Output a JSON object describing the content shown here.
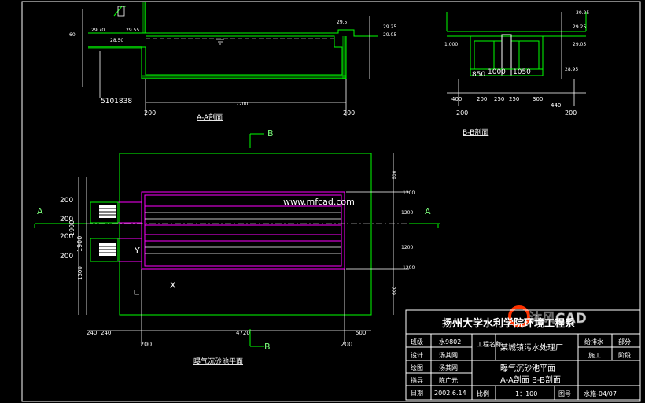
{
  "section_aa": {
    "label": "A-A剖面",
    "elev_values": [
      "29.70",
      "29.55",
      "28.50",
      "29.5",
      "29.25",
      "29.05"
    ],
    "elev_small": "60",
    "dims": [
      "7200",
      "200",
      "200"
    ],
    "side_label": "5101838"
  },
  "section_bb": {
    "label": "B-B剖面",
    "elev_values": [
      "30.25",
      "29.25",
      "29.05",
      "1.000",
      "28.95",
      "850",
      "1000",
      "1050"
    ],
    "dims": [
      "400",
      "200",
      "250",
      "250",
      "300",
      "440",
      "200",
      "200"
    ]
  },
  "plan": {
    "label": "曝气沉砂池平面",
    "section_mark_a": "A",
    "section_mark_b": "B",
    "watermark": "www.mfcad.com",
    "left_dims": [
      "200",
      "200",
      "200",
      "200",
      "1900",
      "1900",
      "1300"
    ],
    "right_dims": [
      "600",
      "1200",
      "1200",
      "1200",
      "1200",
      "600"
    ],
    "bottom_dims": [
      "240",
      "240",
      "4720",
      "500",
      "200",
      "200"
    ],
    "marker_y": "Y",
    "marker_x": "X"
  },
  "logo": {
    "text": "沐风CAD"
  },
  "title_block": {
    "header": "扬州大学水利学院环境工程系",
    "rows": [
      {
        "label": "班级",
        "value": "水9802"
      },
      {
        "label": "设计",
        "value": "汤其网"
      },
      {
        "label": "绘图",
        "value": "汤其网"
      },
      {
        "label": "指导",
        "value": "陈广元"
      },
      {
        "label": "日期",
        "value": "2002.6.14"
      }
    ],
    "project_label": "工程名称",
    "project_value": "某城镇污水处理厂",
    "drawing_title_1": "曝气沉砂池平面",
    "drawing_title_2": "A-A剖面   B-B剖面",
    "scale_label": "比例",
    "scale_value": "1：100",
    "drawing_no_label": "图号",
    "drawing_no_value": "水施-04/07",
    "right_top_1": "给排水",
    "right_top_2": "部分",
    "right_mid_1": "施工",
    "right_mid_2": "阶段"
  }
}
